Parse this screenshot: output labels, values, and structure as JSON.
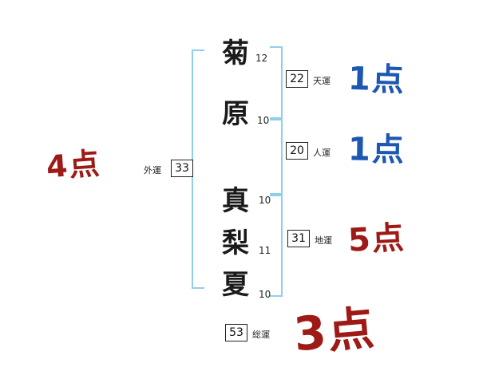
{
  "chart": {
    "title": "name-fortune-diagram",
    "name_chars": [
      {
        "char": "菊",
        "strokes": "12"
      },
      {
        "char": "原",
        "strokes": "10"
      },
      {
        "char": "真",
        "strokes": "10"
      },
      {
        "char": "梨",
        "strokes": "11"
      },
      {
        "char": "夏",
        "strokes": "10"
      }
    ],
    "fortunes": {
      "heaven": {
        "label": "天運",
        "value": "22",
        "score": "1点"
      },
      "person": {
        "label": "人運",
        "value": "20",
        "score": "1点"
      },
      "outer": {
        "label": "外運",
        "value": "33",
        "score": "4点"
      },
      "earth": {
        "label": "地運",
        "value": "31",
        "score": "5点"
      },
      "total": {
        "label": "総運",
        "value": "53",
        "score": "3点"
      }
    },
    "colors": {
      "score_blue": "#1c57b2",
      "score_red": "#9e1a16",
      "bracket_blue": "#8ed0ea"
    }
  }
}
